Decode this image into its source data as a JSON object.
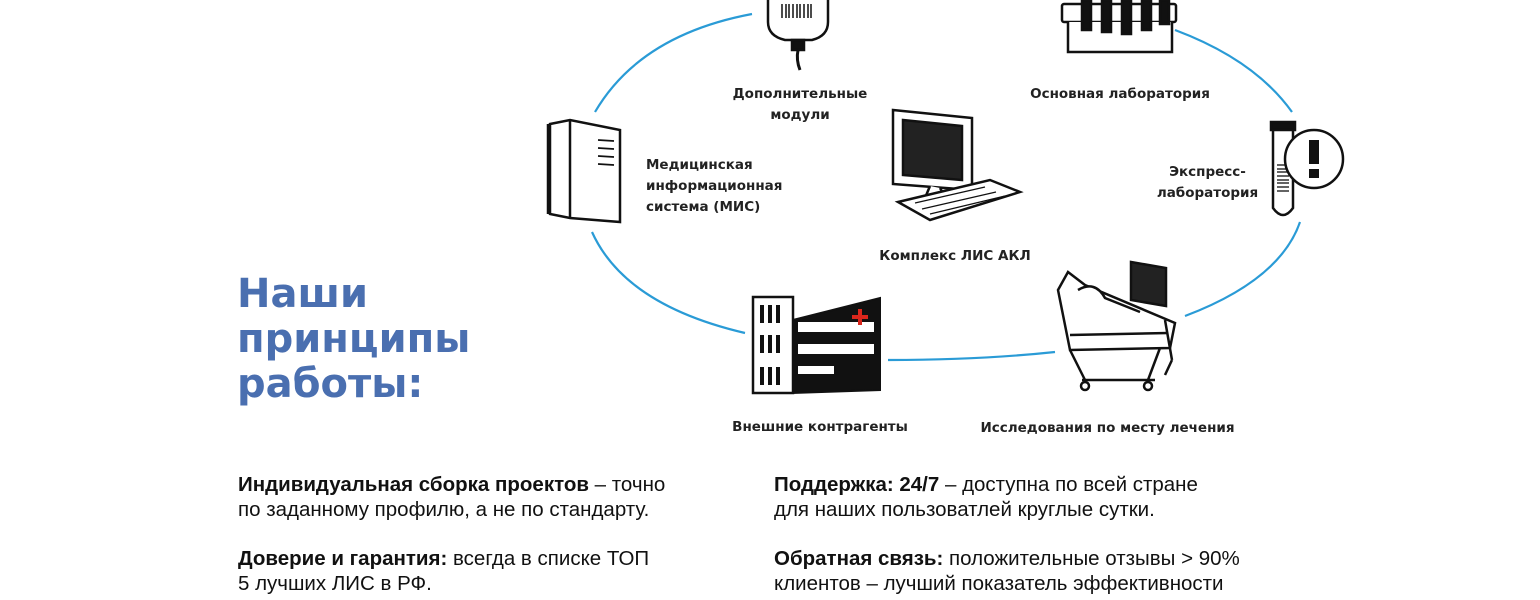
{
  "diagram": {
    "ring_color": "#2a9bd6",
    "nodes": {
      "additional_modules": {
        "line1": "Дополнительные",
        "line2": "модули",
        "icon": "iv-bag-icon"
      },
      "main_lab": {
        "line1": "Основная лаборатория",
        "icon": "test-tube-rack-icon"
      },
      "mis": {
        "line1": "Медицинская",
        "line2": "информационная",
        "line3": "система (МИС)",
        "icon": "server-tower-icon"
      },
      "express_lab": {
        "line1": "Экспресс-",
        "line2": "лаборатория",
        "icon": "test-tube-alert-icon"
      },
      "center": {
        "line1": "Комплекс ЛИС АКЛ",
        "icon": "workstation-icon"
      },
      "external": {
        "line1": "Внешние контрагенты",
        "icon": "hospital-building-icon"
      },
      "point_of_care": {
        "line1": "Исследования по месту лечения",
        "icon": "hospital-bed-icon"
      }
    }
  },
  "heading": {
    "line1": "Наши",
    "line2": "принципы",
    "line3": "работы:",
    "color": "#4a6fb0"
  },
  "principles": [
    {
      "bold": "Индивидуальная сборка проектов",
      "text": " – точно",
      "line2": "по заданному профилю, а не по стандарту."
    },
    {
      "bold": "Поддержка: 24/7",
      "text": " – доступна по всей стране",
      "line2": "для наших пользоватлей круглые сутки."
    },
    {
      "bold": "Доверие и гарантия:",
      "text": " всегда в списке ТОП",
      "line2": "5 лучших ЛИС в РФ."
    },
    {
      "bold": "Обратная связь:",
      "text": " положительные отзывы > 90%",
      "line2": "клиентов – лучший показатель эффективности"
    }
  ]
}
